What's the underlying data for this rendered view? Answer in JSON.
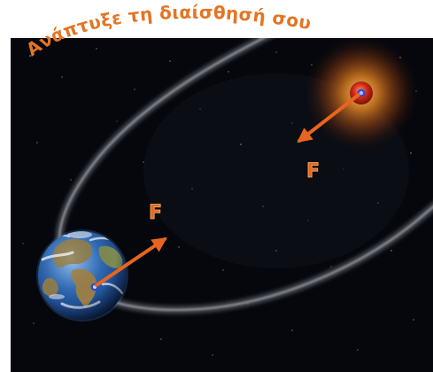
{
  "heading": {
    "text": "Ανάπτυξε τη  διαίσθησή  σου",
    "color": "#e57423"
  },
  "scene": {
    "background_color": "#05070d",
    "orbit_color": "#c8cdd6",
    "planet": "earth",
    "star_color": "#f08a22",
    "star_core_color": "#d02a12"
  },
  "forces": {
    "on_star": {
      "label": "F",
      "color": "#e8651f"
    },
    "on_earth": {
      "label": "F",
      "color": "#e8651f"
    }
  },
  "icons": {
    "earth": "earth-icon",
    "star": "star-icon"
  }
}
